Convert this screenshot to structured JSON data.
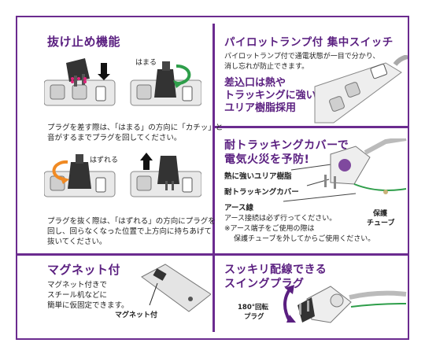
{
  "sections": {
    "nukedome": {
      "title": "抜け止め機能",
      "hamaru_label": "はまる",
      "desc1_line1": "プラグを差す際は、「はまる」の方向に「カチッ」と",
      "desc1_line2": "音がするまでプラグを回してください。",
      "hazureru_label": "はずれる",
      "desc2_line1": "プラグを抜く際は、「はずれる」の方向にプラグを",
      "desc2_line2": "回し、回らなくなった位置で上方向に持ちあげて",
      "desc2_line3": "抜いてください。"
    },
    "pilot": {
      "title": "パイロットランプ付 集中スイッチ",
      "desc_line1": "パイロットランプ付で通電状態が一目で分かり、",
      "desc_line2": "消し忘れが防止できます。",
      "sub_line1": "差込口は熱や",
      "sub_line2": "トラッキングに強い",
      "sub_line3": "ユリア樹脂採用"
    },
    "tracking": {
      "title_line1": "耐トラッキングカバーで",
      "title_line2": "電気火災を予防!",
      "label_urea": "熱に強いユリア樹脂",
      "label_cover": "耐トラッキングカバー",
      "label_earth": "アース線",
      "label_tube": "保護\nチューブ",
      "label_tube_l1": "保護",
      "label_tube_l2": "チューブ",
      "note_line1": "アース接続は必ず行ってください。",
      "note_line2": "※アース端子をご使用の際は",
      "note_line3": "保護チューブを外してからご使用ください。"
    },
    "magnet": {
      "title": "マグネット付",
      "desc_line1": "マグネット付きで",
      "desc_line2": "スチール机などに",
      "desc_line3": "簡単に仮固定できます。",
      "label": "マグネット付"
    },
    "swing": {
      "title_line1": "スッキリ配線できる",
      "title_line2": "スイングプラグ",
      "rotate_line1": "180°回転",
      "rotate_line2": "プラグ"
    }
  },
  "colors": {
    "accent": "#6b2b8f",
    "green": "#2e9e4a",
    "orange": "#f08a24",
    "pink": "#e0247a"
  }
}
